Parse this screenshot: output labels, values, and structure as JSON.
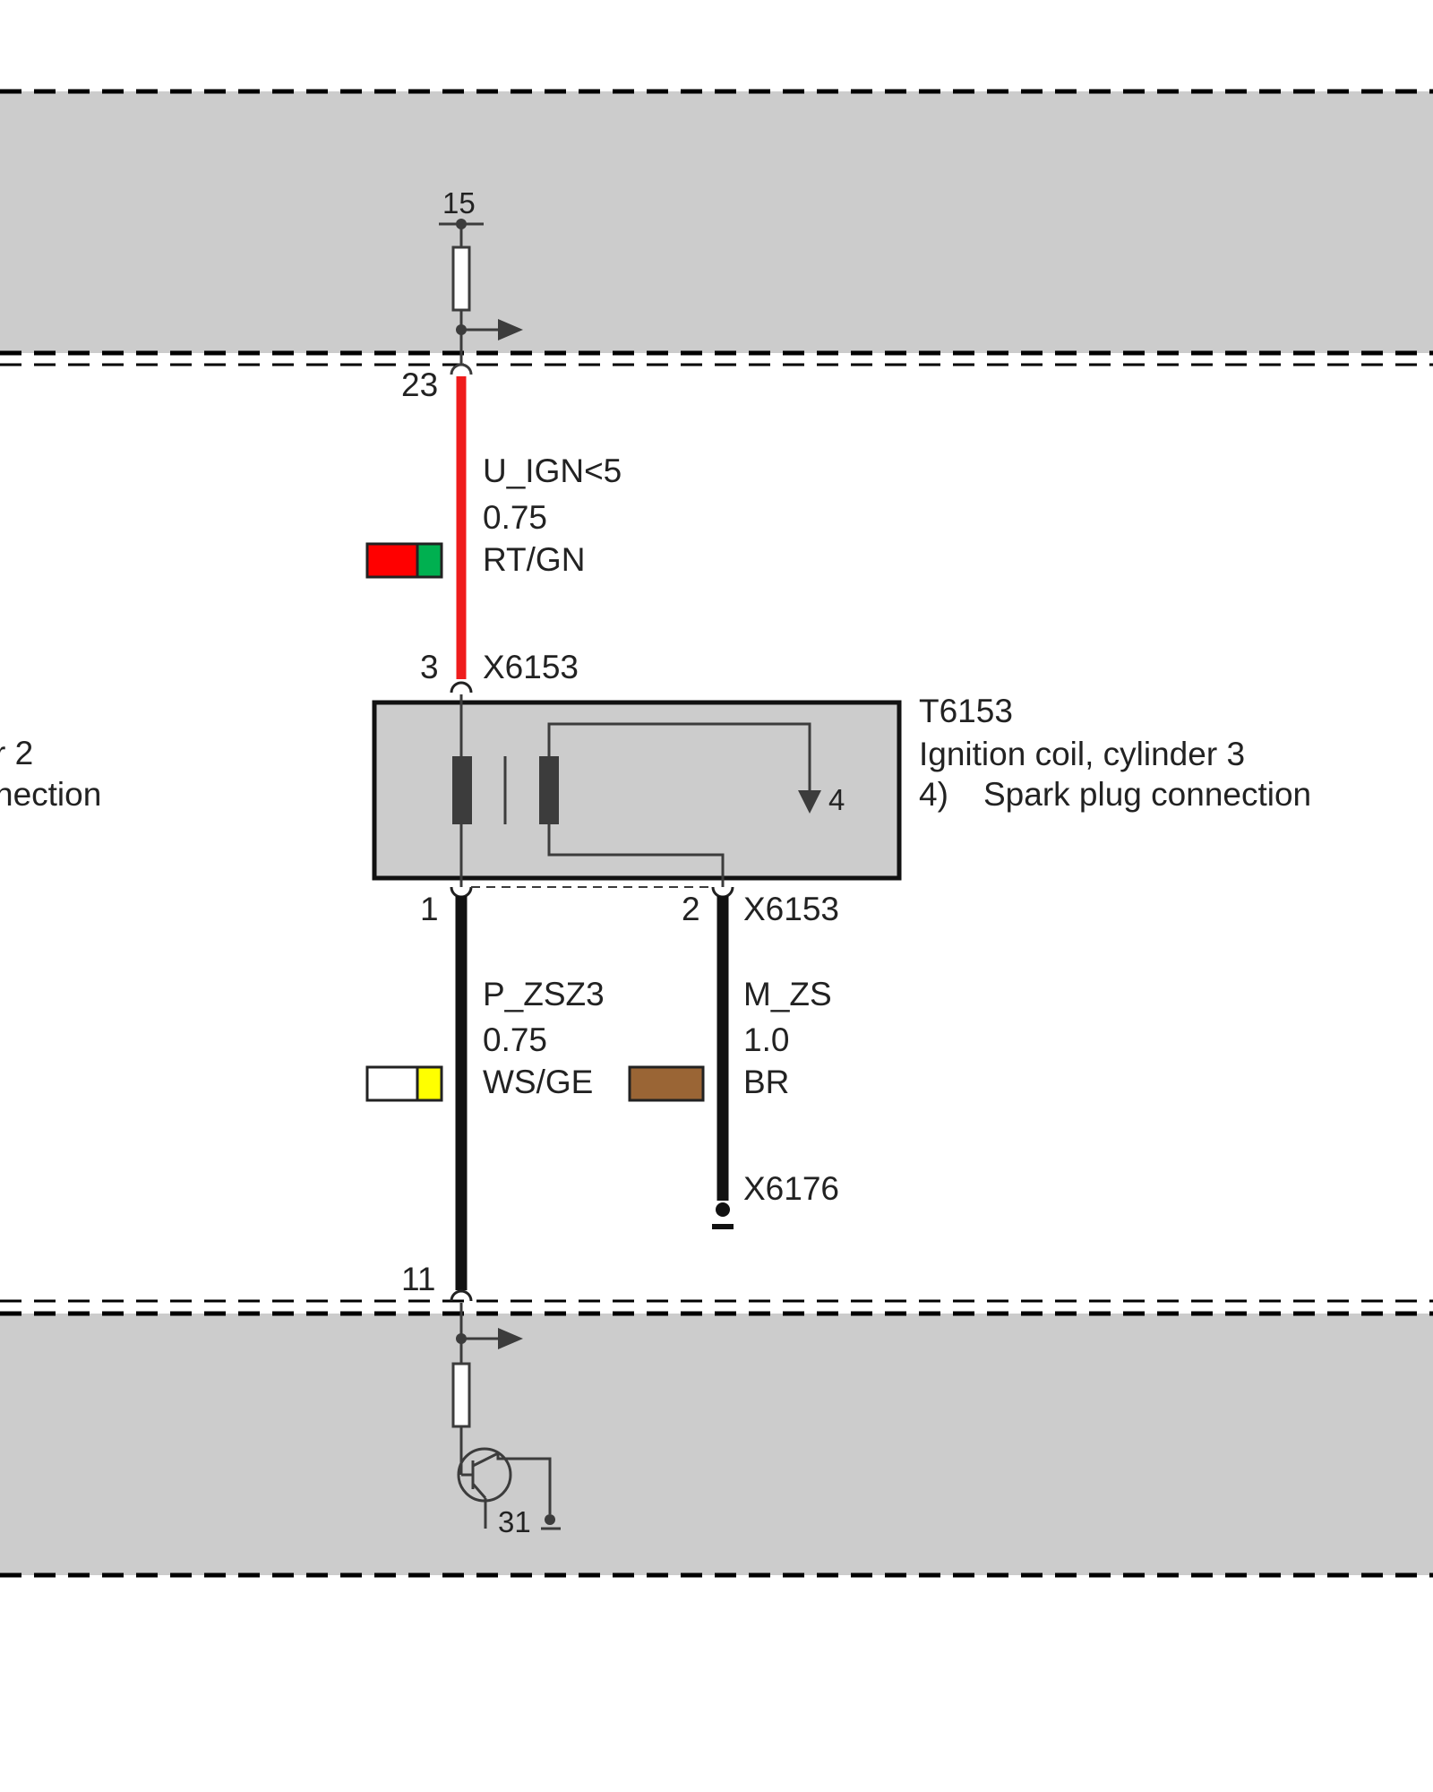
{
  "colors": {
    "panel": "#cccccc",
    "wire_red": "#ef1c1c",
    "wire_black": "#111111",
    "swatch_red": "#ff0000",
    "swatch_green": "#00b050",
    "swatch_white": "#ffffff",
    "swatch_yellow": "#ffff00",
    "swatch_brown": "#9a6535"
  },
  "left_cut_text": {
    "line1": "r 2",
    "line2": "nection"
  },
  "supply": {
    "terminal": "15",
    "pin": "23"
  },
  "wire_ign": {
    "name": "U_IGN<5",
    "size": "0.75",
    "color_code": "RT/GN"
  },
  "coil": {
    "connector_top": "X6153",
    "pin_top": "3",
    "id": "T6153",
    "name": "Ignition coil, cylinder 3",
    "note_num": "4)",
    "note_text": "Spark plug connection",
    "output_pin": "4",
    "pin_left": "1",
    "pin_right": "2",
    "connector_bottom": "X6153"
  },
  "wire_zsz": {
    "name": "P_ZSZ3",
    "size": "0.75",
    "color_code": "WS/GE"
  },
  "wire_mzs": {
    "name": "M_ZS",
    "size": "1.0",
    "color_code": "BR"
  },
  "ground": {
    "connector": "X6176"
  },
  "driver": {
    "pin": "11",
    "terminal": "31"
  }
}
